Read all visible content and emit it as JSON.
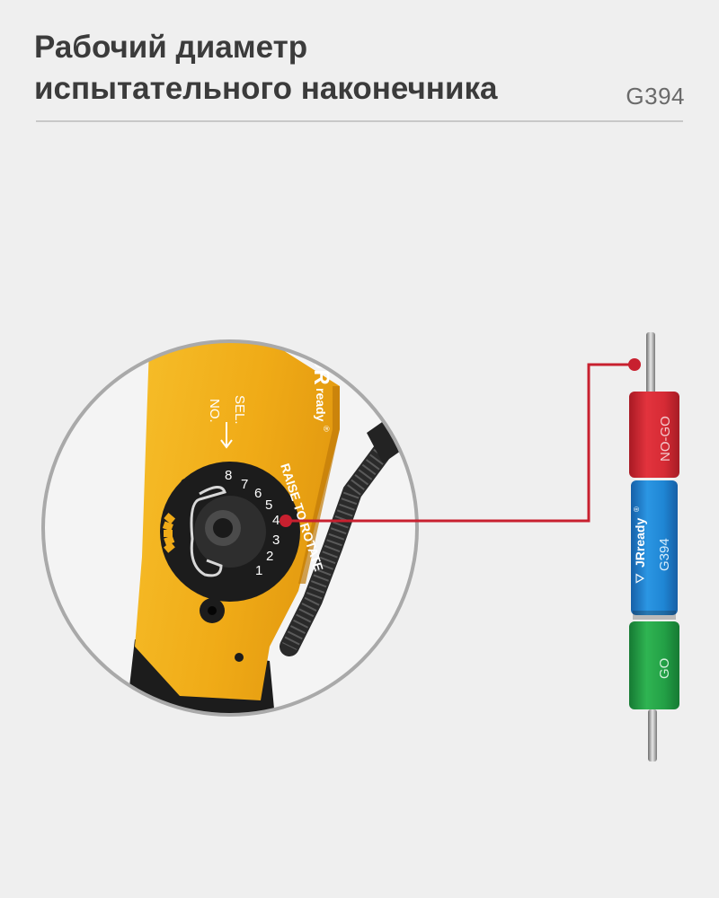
{
  "header": {
    "title_line1": "Рабочий диаметр",
    "title_line2": "испытательного наконечника",
    "code": "G394"
  },
  "tool": {
    "brand": "JR",
    "brand_sub": "ready",
    "brand_mark": "®",
    "sel_label": "SEL.",
    "no_label": "NO.",
    "raise_label": "RAISE TO ROTATE",
    "dial_numbers": [
      "8",
      "7",
      "6",
      "5",
      "4",
      "3",
      "2",
      "1"
    ]
  },
  "gauge": {
    "nogo_label": "NO-GO",
    "brand": "JRready",
    "brand_mark": "®",
    "model": "G394",
    "go_label": "GO"
  },
  "colors": {
    "title": "#3b3b3b",
    "background": "#efefef",
    "tool_body": "#f2b01e",
    "leader_line": "#c8202f",
    "nogo": "#d62b35",
    "gauge_body": "#1f86d4",
    "go": "#23a046"
  }
}
